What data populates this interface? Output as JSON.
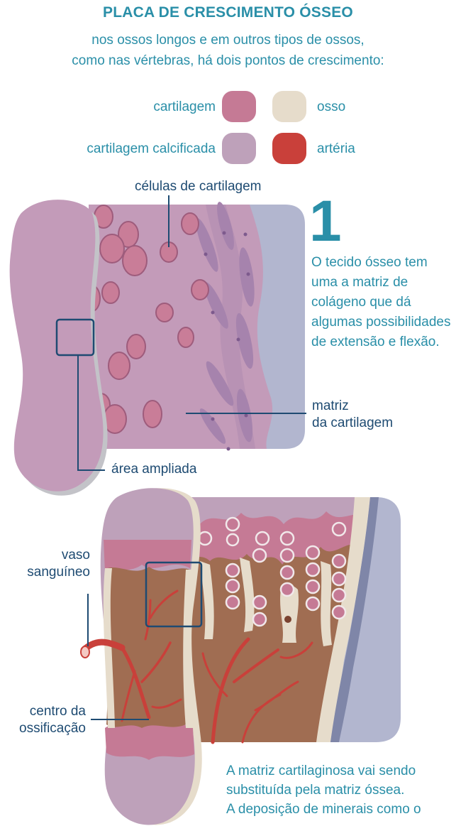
{
  "header": {
    "title": "PLACA DE CRESCIMENTO ÓSSEO",
    "subtitle_line1": "nos ossos longos e em outros tipos de ossos,",
    "subtitle_line2": "como nas vértebras, há dois pontos de crescimento:"
  },
  "legend": [
    {
      "label": "cartilagem",
      "color": "#c57a95"
    },
    {
      "label": "osso",
      "color": "#e6dccb"
    },
    {
      "label": "cartilagem calcificada",
      "color": "#bea1ba"
    },
    {
      "label": "artéria",
      "color": "#c9403a"
    }
  ],
  "diagram1": {
    "label_cells": "células de cartilagem",
    "label_matrix_line1": "matriz",
    "label_matrix_line2": "da cartilagem",
    "label_zoom": "área ampliada",
    "step_number": "1",
    "description": "O tecido ósseo tem uma a matriz de colágeno que dá algumas possibilidades de extensão e flexão."
  },
  "diagram2": {
    "label_vessel_line1": "vaso",
    "label_vessel_line2": "sanguíneo",
    "label_center_line1": "centro da",
    "label_center_line2": "ossificação",
    "paragraph_line1": "A matriz cartilaginosa vai sendo",
    "paragraph_line2": "substituída pela matriz óssea.",
    "paragraph_line3": "A deposição de minerais como o"
  },
  "colors": {
    "accent": "#2a8fa8",
    "label_dark": "#1e4b72",
    "cartilage": "#c57a95",
    "bone": "#e6dccb",
    "calcified": "#bea1ba",
    "artery": "#c9403a",
    "bone_brown": "#a06d52",
    "periosteum": "#b2b6cf"
  }
}
